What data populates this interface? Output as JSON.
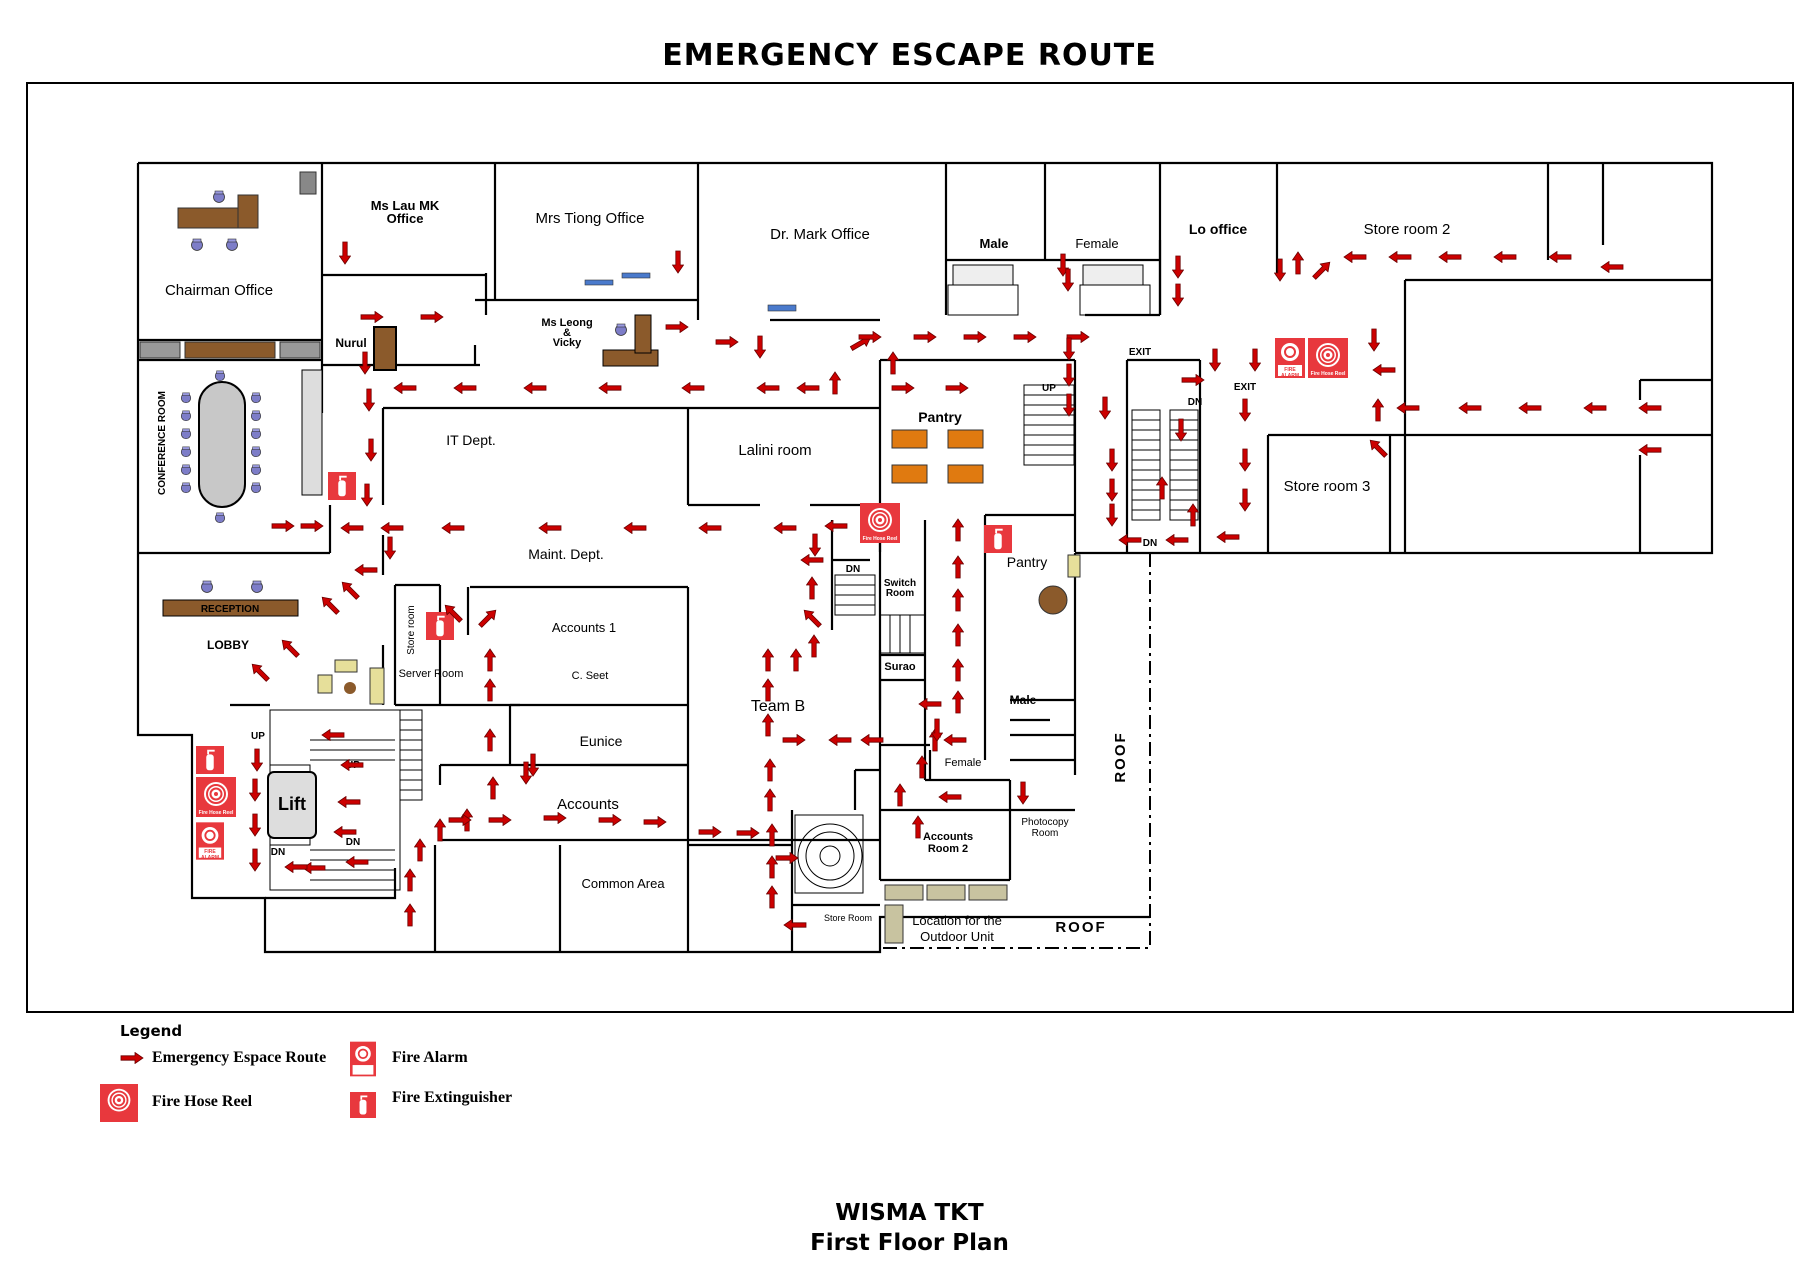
{
  "title": "EMERGENCY ESCAPE ROUTE",
  "rooms": {
    "chairman": "Chairman Office",
    "ms_lau_1": "Ms Lau MK",
    "ms_lau_2": "Office",
    "mrs_tiong": "Mrs Tiong Office",
    "dr_mark": "Dr. Mark Office",
    "male_top": "Male",
    "female_top": "Female",
    "lo_office": "Lo office",
    "store2": "Store room 2",
    "nurul": "Nurul",
    "ms_leong_1": "Ms Leong",
    "ms_leong_2": "&",
    "ms_leong_3": "Vicky",
    "conference": "CONFERENCE ROOM",
    "it_dept": "IT Dept.",
    "lalini": "Lalini room",
    "pantry_top": "Pantry",
    "store3": "Store room 3",
    "maint": "Maint. Dept.",
    "reception": "RECEPTION",
    "lobby": "LOBBY",
    "store_room_v": "Store room",
    "server": "Server Room",
    "accounts1": "Accounts 1",
    "c_seet": "C. Seet",
    "eunice": "Eunice",
    "accounts": "Accounts",
    "common": "Common Area",
    "team_b": "Team B",
    "switch_1": "Switch",
    "switch_2": "Room",
    "surao": "Surao",
    "pantry_mid": "Pantry",
    "male_mid": "Male",
    "female_mid": "Female",
    "acc2_1": "Accounts",
    "acc2_2": "Room 2",
    "photocopy_1": "Photocopy",
    "photocopy_2": "Room",
    "store_small": "Store Room",
    "outdoor_1": "Location for the",
    "outdoor_2": "Outdoor Unit",
    "roof_v": "ROOF",
    "roof_h": "ROOF",
    "lift": "Lift"
  },
  "stairs": {
    "up": "UP",
    "dn": "DN",
    "exit": "EXIT"
  },
  "icons": {
    "fire_hose_reel_text": "Fire Hose Reel",
    "fire_alarm_text_1": "FIRE",
    "fire_alarm_text_2": "ALARM"
  },
  "legend": {
    "heading": "Legend",
    "route": "Emergency Espace Route",
    "alarm": "Fire Alarm",
    "hose": "Fire Hose Reel",
    "extinguisher": "Fire Extinguisher"
  },
  "footer": {
    "building": "WISMA TKT",
    "floor": "First Floor Plan"
  },
  "colors": {
    "arrow": "#cc0000",
    "safety_red": "#e8383d",
    "desk_brown": "#8b5a2b",
    "pantry_orange": "#e07a10",
    "chair_blue": "#7d7dc8",
    "wall": "#000000"
  }
}
